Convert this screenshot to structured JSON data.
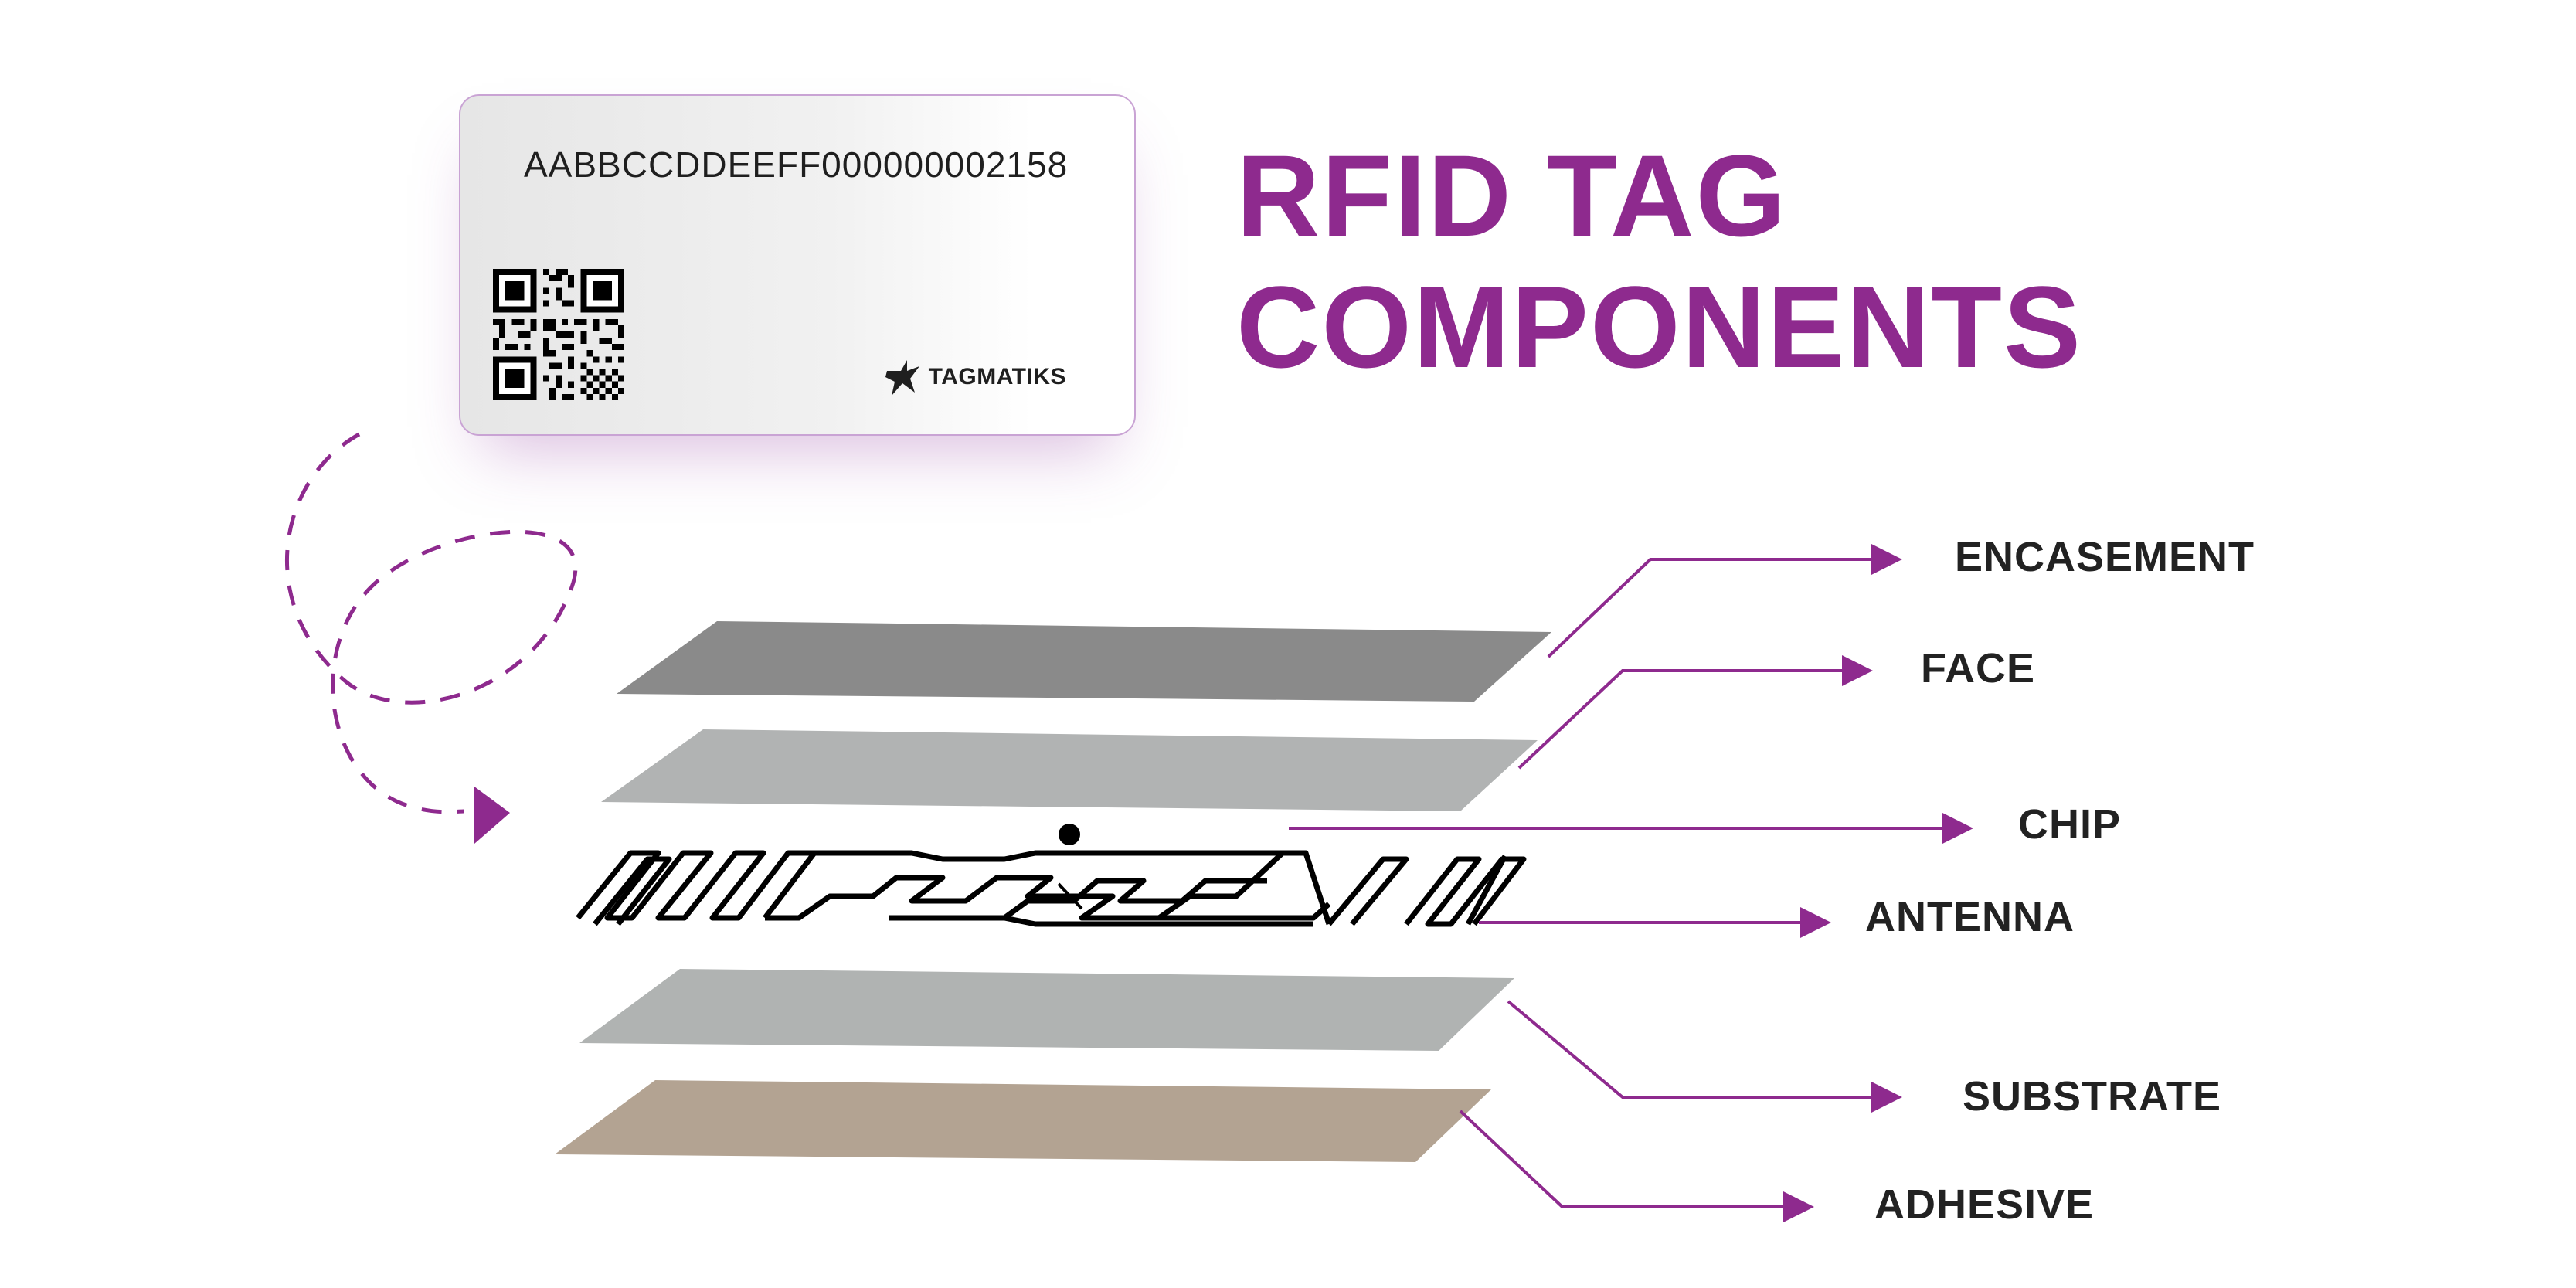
{
  "title": {
    "line1": "RFID TAG",
    "line2": "COMPONENTS"
  },
  "card": {
    "id_text": "AABBCCDDEEFF000000002158",
    "brand": "TAGMATIKS"
  },
  "components": [
    {
      "name": "ENCASEMENT",
      "layer_color": "#8a8a8a"
    },
    {
      "name": "FACE",
      "layer_color": "#b1b3b3"
    },
    {
      "name": "CHIP",
      "layer_color": "#000000"
    },
    {
      "name": "ANTENNA",
      "layer_color": "#000000"
    },
    {
      "name": "SUBSTRATE",
      "layer_color": "#b0b3b2"
    },
    {
      "name": "ADHESIVE",
      "layer_color": "#b3a392"
    }
  ],
  "colors": {
    "accent": "#8e2a8e",
    "text": "#222222",
    "card_border": "#c9a3d4"
  },
  "icons": {
    "qr": "qr-code-icon",
    "brand": "tagmatiks-logo-icon",
    "arrow": "arrow-right-icon"
  }
}
